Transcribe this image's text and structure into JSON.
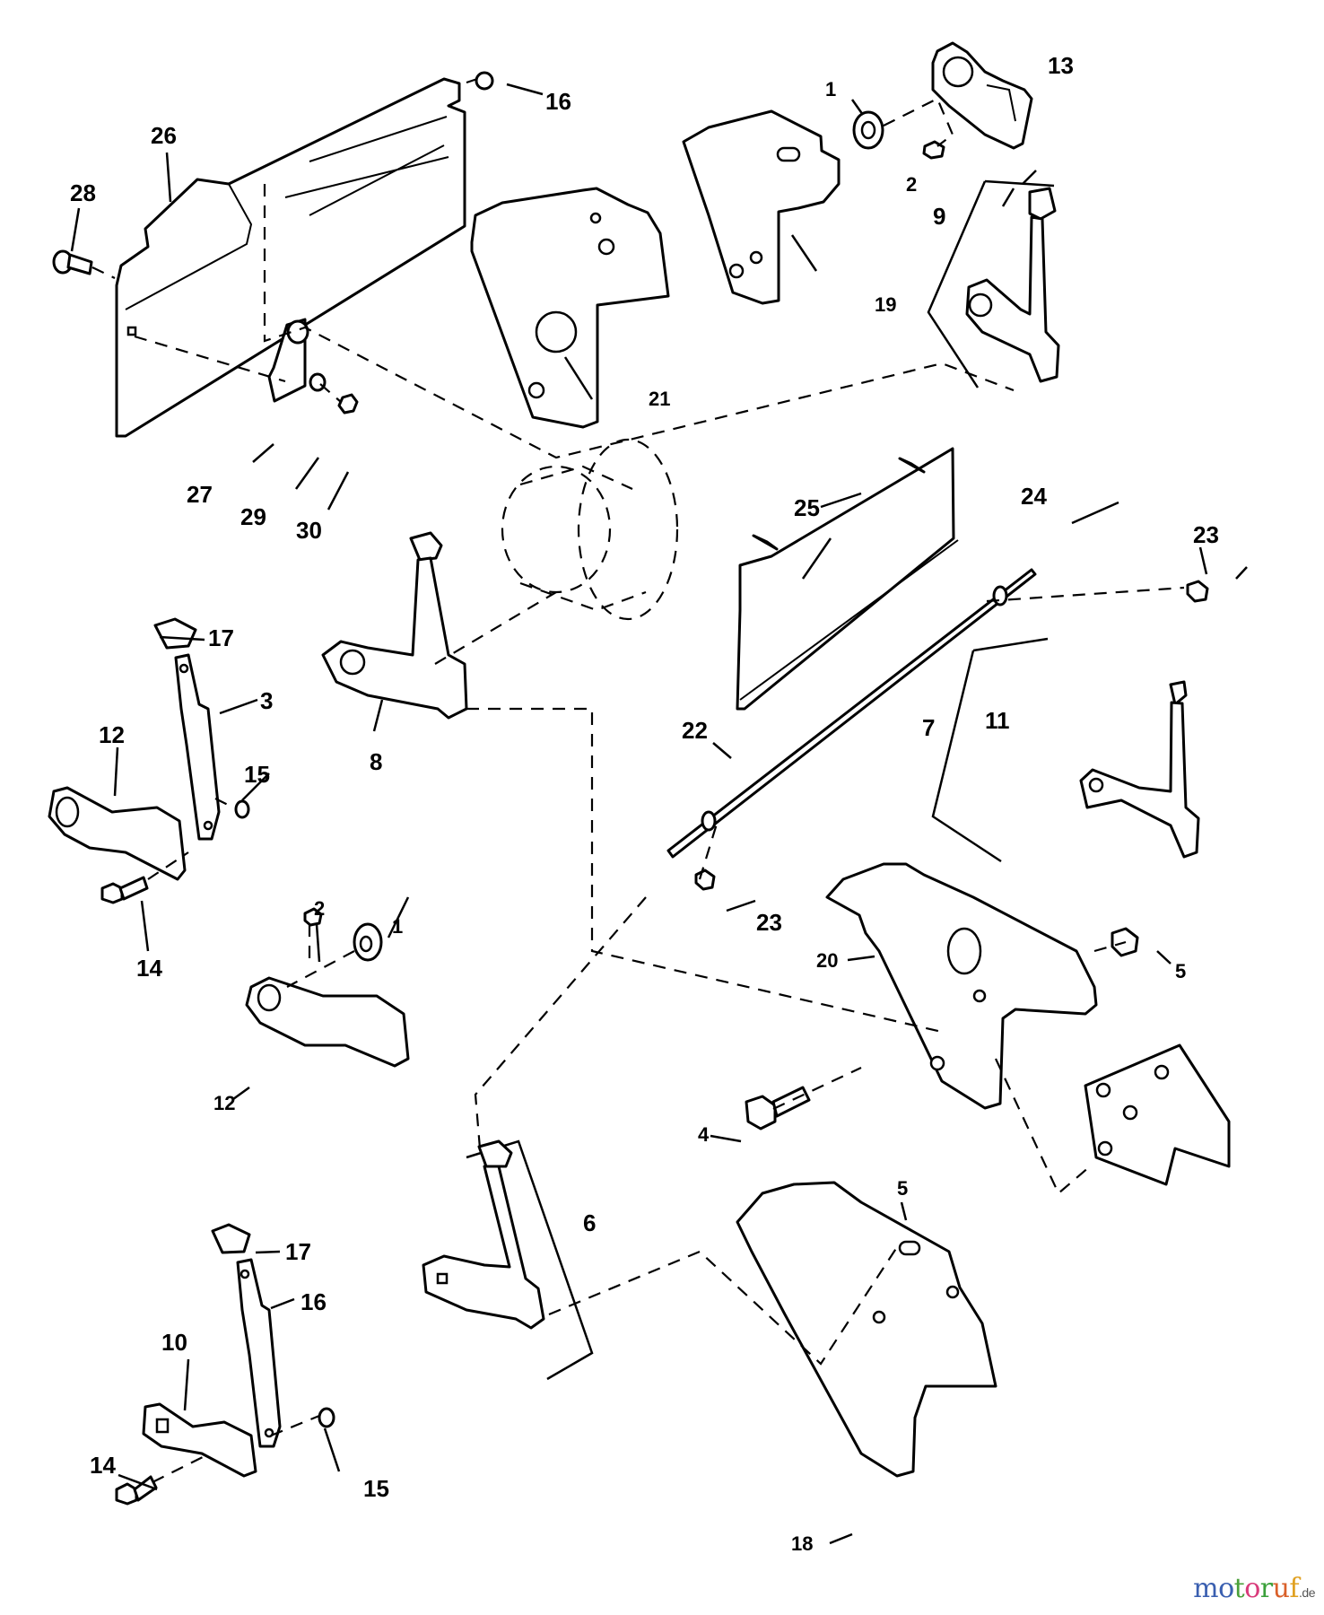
{
  "diagram": {
    "type": "exploded parts diagram",
    "callouts": [
      {
        "id": "1a",
        "number": "1",
        "part": "bushing (top)"
      },
      {
        "id": "1b",
        "number": "1",
        "part": "bushing (middle-left)"
      },
      {
        "id": "2a",
        "number": "2",
        "part": "screw (top)"
      },
      {
        "id": "2b",
        "number": "2",
        "part": "screw (middle-left)"
      },
      {
        "id": "3",
        "number": "3",
        "part": "lever"
      },
      {
        "id": "4",
        "number": "4",
        "part": "bolt"
      },
      {
        "id": "5a",
        "number": "5",
        "part": "nut (right)"
      },
      {
        "id": "5b",
        "number": "5",
        "part": "nut (lower)"
      },
      {
        "id": "6",
        "number": "6",
        "part": "lever assembly"
      },
      {
        "id": "7",
        "number": "7",
        "part": "lever assembly"
      },
      {
        "id": "8",
        "number": "8",
        "part": "lever assembly"
      },
      {
        "id": "9",
        "number": "9",
        "part": "lever assembly"
      },
      {
        "id": "10",
        "number": "10",
        "part": "bracket"
      },
      {
        "id": "11",
        "number": "11",
        "part": "bracket"
      },
      {
        "id": "12a",
        "number": "12",
        "part": "bracket"
      },
      {
        "id": "12b",
        "number": "12",
        "part": "bracket"
      },
      {
        "id": "13",
        "number": "13",
        "part": "bracket"
      },
      {
        "id": "14a",
        "number": "14",
        "part": "bolt"
      },
      {
        "id": "14b",
        "number": "14",
        "part": "bolt"
      },
      {
        "id": "15a",
        "number": "15",
        "part": "washer"
      },
      {
        "id": "15b",
        "number": "15",
        "part": "washer"
      },
      {
        "id": "16a",
        "number": "16",
        "part": "clip"
      },
      {
        "id": "16b",
        "number": "16",
        "part": "lever"
      },
      {
        "id": "17a",
        "number": "17",
        "part": "knob"
      },
      {
        "id": "17b",
        "number": "17",
        "part": "knob"
      },
      {
        "id": "18",
        "number": "18",
        "part": "quadrant plate"
      },
      {
        "id": "19",
        "number": "19",
        "part": "quadrant plate"
      },
      {
        "id": "20",
        "number": "20",
        "part": "quadrant plate"
      },
      {
        "id": "21",
        "number": "21",
        "part": "quadrant plate"
      },
      {
        "id": "22",
        "number": "22",
        "part": "rod"
      },
      {
        "id": "23a",
        "number": "23",
        "part": "nut"
      },
      {
        "id": "23b",
        "number": "23",
        "part": "nut"
      },
      {
        "id": "24",
        "number": "24",
        "part": "panel"
      },
      {
        "id": "25a",
        "number": "25",
        "part": "cotter pin"
      },
      {
        "id": "25b",
        "number": "25",
        "part": "cotter pin"
      },
      {
        "id": "26",
        "number": "26",
        "part": "guide bracket"
      },
      {
        "id": "27",
        "number": "27",
        "part": "arm"
      },
      {
        "id": "28",
        "number": "28",
        "part": "screw"
      },
      {
        "id": "29",
        "number": "29",
        "part": "washer"
      },
      {
        "id": "30",
        "number": "30",
        "part": "nut"
      }
    ]
  },
  "watermark": {
    "text": "motoruf",
    "tld": ".de",
    "letter_colors": [
      "#3a5fb0",
      "#3a5fb0",
      "#4aa03a",
      "#d93a7a",
      "#3aa03a",
      "#d9602a",
      "#e0a020"
    ]
  }
}
